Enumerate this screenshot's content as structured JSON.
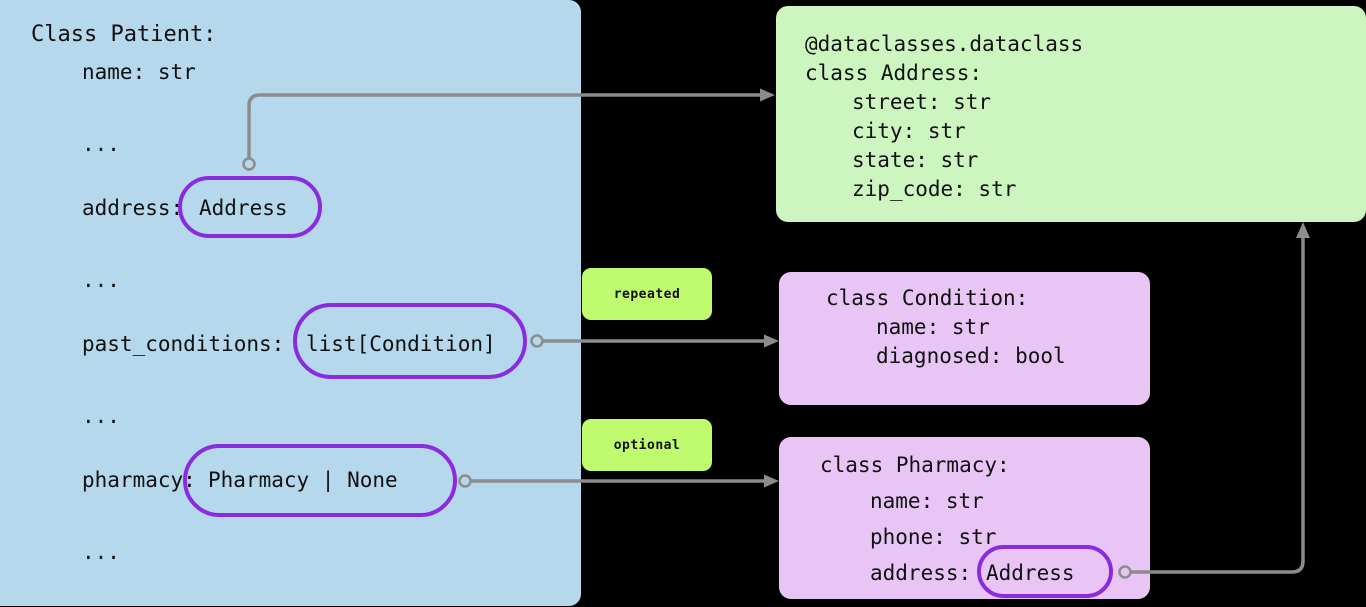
{
  "palette": {
    "background": "#000000",
    "patient_panel": "#b5d8ec",
    "address_panel": "#cdf5c0",
    "condition_panel": "#e8c5f5",
    "pharmacy_panel": "#e8c5f5",
    "pill_border": "#8a2be2",
    "badge_fill": "#c0fa6e",
    "connector": "#8c8c8c",
    "text": "#111111"
  },
  "patient_panel": {
    "name": "Patient class definition",
    "lines": [
      "Class Patient:",
      "name: str",
      "...",
      "address: Address",
      "...",
      "past_conditions: list[Condition]",
      "...",
      "pharmacy: Pharmacy | None",
      "..."
    ],
    "header": "Class Patient:",
    "field_name_line": "name: str",
    "ellipsis_1": "...",
    "field_address_label": "address:",
    "field_address_type": "Address",
    "ellipsis_2": "...",
    "field_conditions_label": "past_conditions:",
    "field_conditions_type": "list[Condition]",
    "ellipsis_3": "...",
    "field_pharmacy_label": "pharmacy:",
    "field_pharmacy_type": "Pharmacy | None",
    "ellipsis_4": "..."
  },
  "address_panel": {
    "name": "Address dataclass definition",
    "decorator": "@dataclasses.dataclass",
    "class_line": "class Address:",
    "fields": [
      "street: str",
      "city: str",
      "state: str",
      "zip_code: str"
    ]
  },
  "condition_panel": {
    "name": "Condition class definition",
    "class_line": "class Condition:",
    "fields": [
      "name: str",
      "diagnosed: bool"
    ]
  },
  "pharmacy_panel": {
    "name": "Pharmacy class definition",
    "class_line": "class Pharmacy:",
    "fields": [
      "name: str",
      "phone: str"
    ],
    "field_address_label": "address:",
    "field_address_type": "Address"
  },
  "badges": [
    {
      "id": "repeated",
      "label": "repeated"
    },
    {
      "id": "optional",
      "label": "optional"
    }
  ],
  "connectors": [
    {
      "id": "address-to-address-class",
      "from": "patient.address",
      "to": "Address class"
    },
    {
      "id": "conditions-to-condition-class",
      "from": "patient.past_conditions",
      "to": "Condition class",
      "badge": "repeated"
    },
    {
      "id": "pharmacy-to-pharmacy-class",
      "from": "patient.pharmacy",
      "to": "Pharmacy class",
      "badge": "optional"
    },
    {
      "id": "pharmacy-address-to-address-class",
      "from": "pharmacy.address",
      "to": "Address class"
    }
  ]
}
